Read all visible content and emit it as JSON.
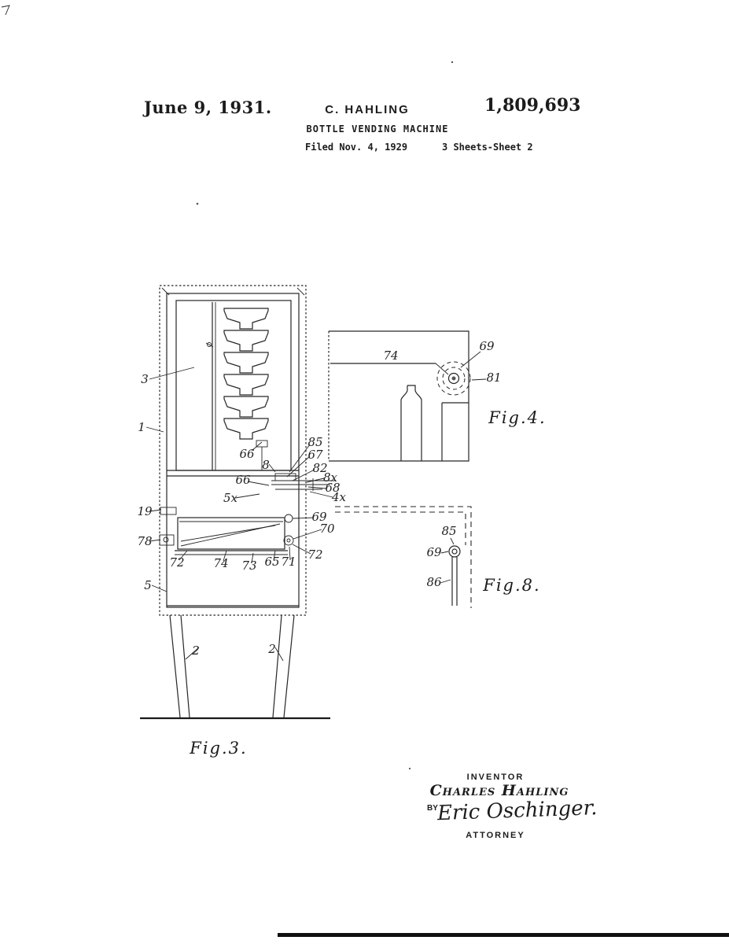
{
  "header": {
    "date": "June 9, 1931.",
    "inventor": "C. HAHLING",
    "patent_number": "1,809,693",
    "title": "BOTTLE VENDING MACHINE",
    "filed": "Filed Nov. 4, 1929",
    "sheet": "3 Sheets-Sheet 2"
  },
  "figures": {
    "fig3": {
      "caption": "Fig.3."
    },
    "fig4": {
      "caption": "Fig.4."
    },
    "fig8": {
      "caption": "Fig.8."
    }
  },
  "refs": {
    "fig3": {
      "r3": "3",
      "r1": "1",
      "r66a": "66",
      "r8": "8",
      "r85": "85",
      "r67": "67",
      "r82": "82",
      "r8x": "8x",
      "r66b": "66",
      "r68": "68",
      "r4x": "4x",
      "r5x": "5x",
      "r19": "19",
      "r69": "69",
      "r70": "70",
      "r78": "78",
      "r72a": "72",
      "r74": "74",
      "r73": "73",
      "r65": "65",
      "r71": "71",
      "r72b": "72",
      "r5": "5",
      "r2a": "2",
      "r2b": "2"
    },
    "fig4": {
      "r74": "74",
      "r69": "69",
      "r81": "81"
    },
    "fig8": {
      "r85": "85",
      "r69": "69",
      "r86": "86"
    }
  },
  "signature": {
    "inventor_label": "INVENTOR",
    "inventor_name": "Charles Hahling",
    "by_label": "BY",
    "attorney_signature": "Eric Oschinger.",
    "attorney_label": "ATTORNEY"
  },
  "colors": {
    "paper": "#ffffff",
    "ink": "#222222"
  }
}
